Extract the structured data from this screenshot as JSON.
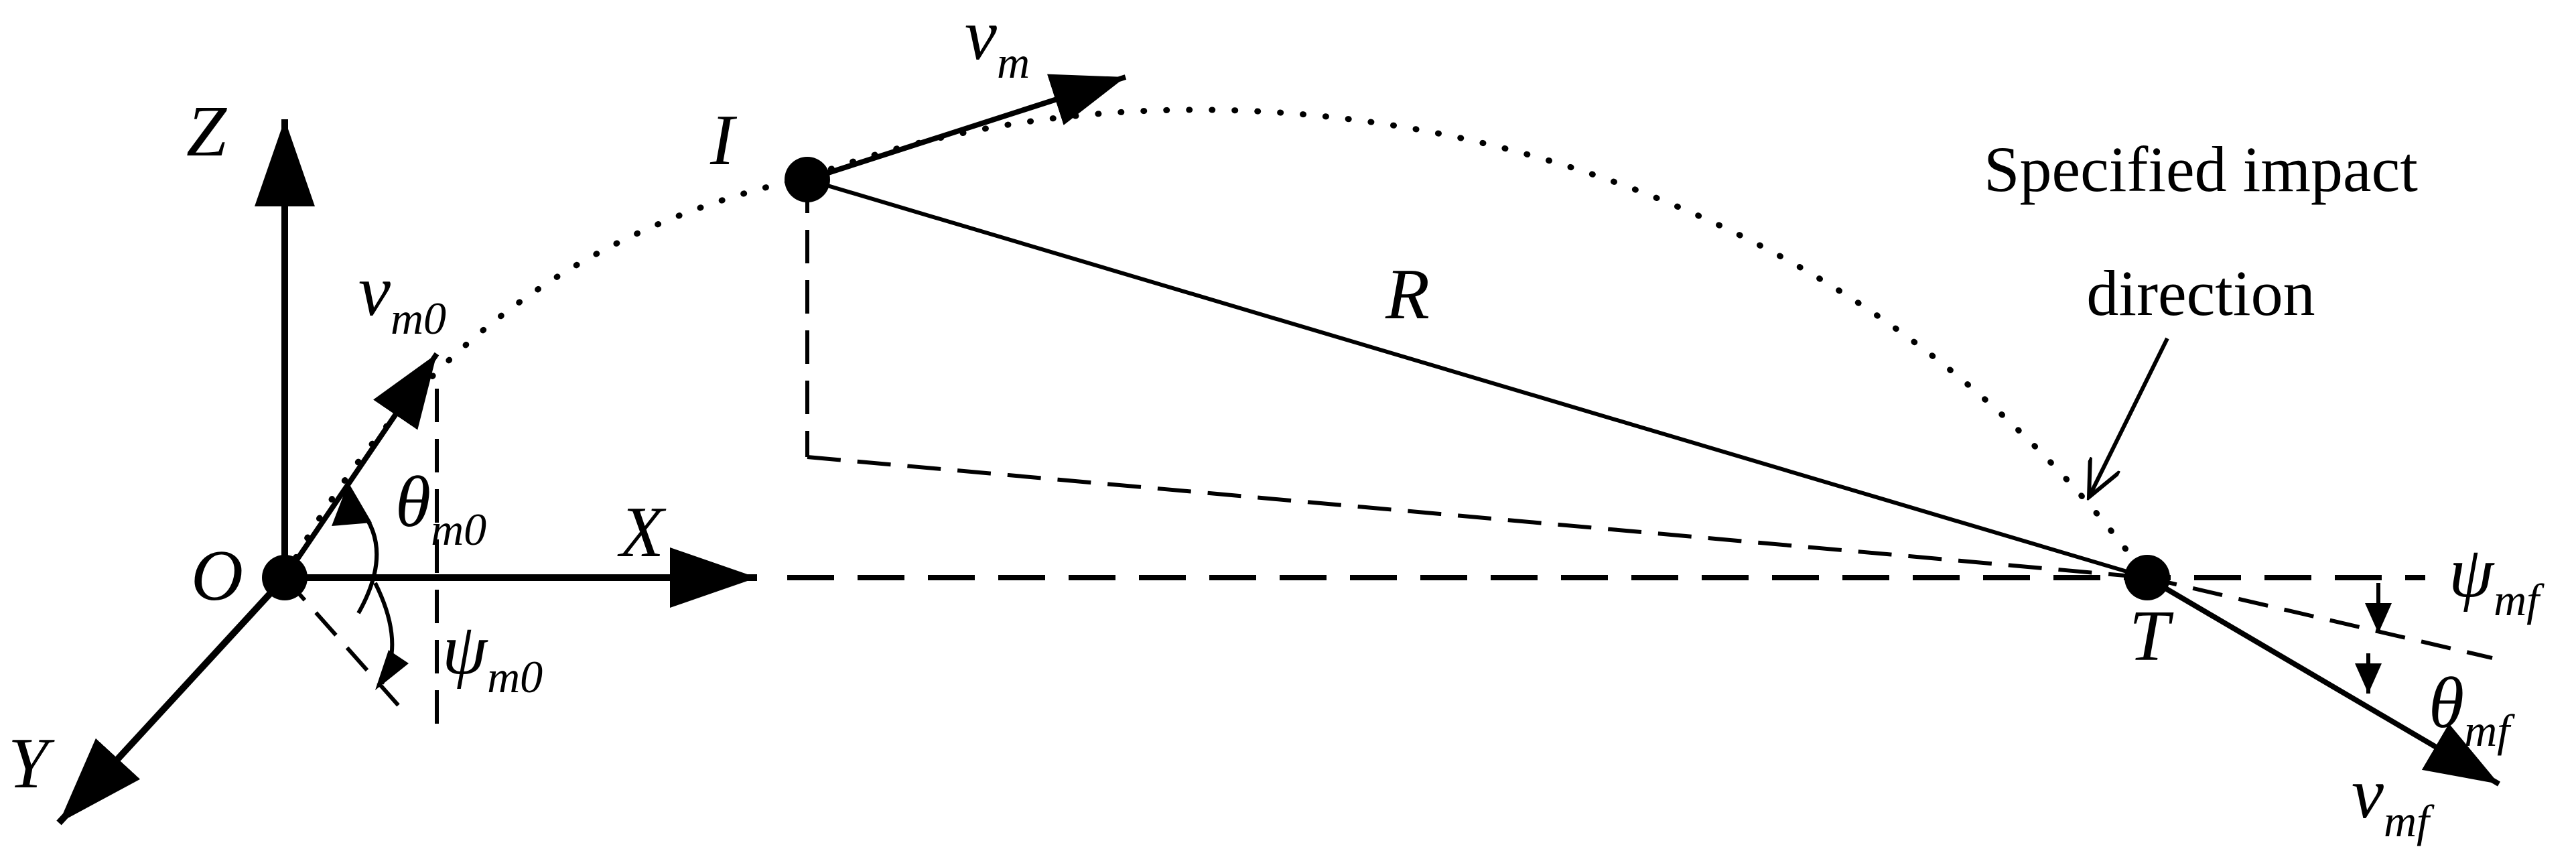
{
  "axes": {
    "z": "Z",
    "x": "X",
    "y": "Y"
  },
  "points": {
    "origin": "O",
    "intercept": "I",
    "target": "T"
  },
  "range_label": "R",
  "velocity": {
    "initial": {
      "main": "v",
      "sub": "m0"
    },
    "current": {
      "main": "v",
      "sub": "m"
    },
    "final": {
      "main": "v",
      "sub": "mf"
    }
  },
  "angles": {
    "theta_initial": {
      "main": "θ",
      "sub": "m0"
    },
    "psi_initial": {
      "main": "ψ",
      "sub": "m0"
    },
    "psi_final": {
      "main": "ψ",
      "sub": "mf"
    },
    "theta_final": {
      "main": "θ",
      "sub": "mf"
    }
  },
  "annotation": {
    "line1": "Specified impact",
    "line2": "direction"
  }
}
